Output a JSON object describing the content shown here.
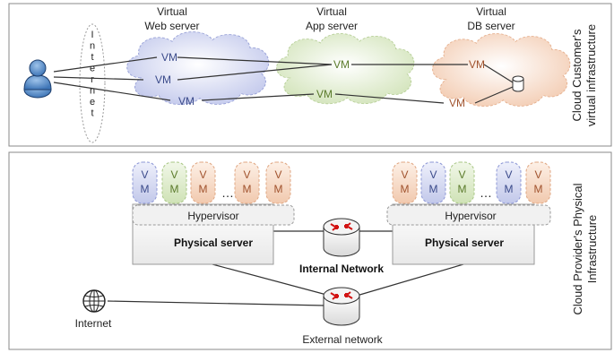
{
  "top_panel": {
    "title_line1": "Cloud Customer's",
    "title_line2": "virtual infrastructure",
    "internet_label": "Internet",
    "web_tier": {
      "label_line1": "Virtual",
      "label_line2": "Web server",
      "vms": [
        "VM",
        "VM",
        "VM"
      ]
    },
    "app_tier": {
      "label_line1": "Virtual",
      "label_line2": "App server",
      "vms": [
        "VM",
        "VM"
      ]
    },
    "db_tier": {
      "label_line1": "Virtual",
      "label_line2": "DB server",
      "vms": [
        "VM",
        "VM"
      ]
    }
  },
  "bottom_panel": {
    "title_line1": "Cloud Provider's Physical",
    "title_line2": "Infrastructure",
    "left_server": {
      "vm_letters": [
        [
          "V",
          "M"
        ],
        [
          "V",
          "M"
        ],
        [
          "V",
          "M"
        ],
        [
          "V",
          "M"
        ],
        [
          "V",
          "M"
        ]
      ],
      "ellipsis": "…",
      "hypervisor": "Hypervisor",
      "label": "Physical server"
    },
    "right_server": {
      "vm_letters": [
        [
          "V",
          "M"
        ],
        [
          "V",
          "M"
        ],
        [
          "V",
          "M"
        ],
        [
          "V",
          "M"
        ],
        [
          "V",
          "M"
        ]
      ],
      "ellipsis": "…",
      "hypervisor": "Hypervisor",
      "label": "Physical server"
    },
    "internal_network": "Internal Network",
    "external_network": "External network",
    "internet": "Internet"
  },
  "colors": {
    "web_vm": "#c9cfee",
    "app_vm": "#d6e6c0",
    "db_vm": "#f5d3bd",
    "text_web": "#3a4a8a",
    "text_app": "#5a7a2a",
    "text_db": "#a0522d"
  }
}
